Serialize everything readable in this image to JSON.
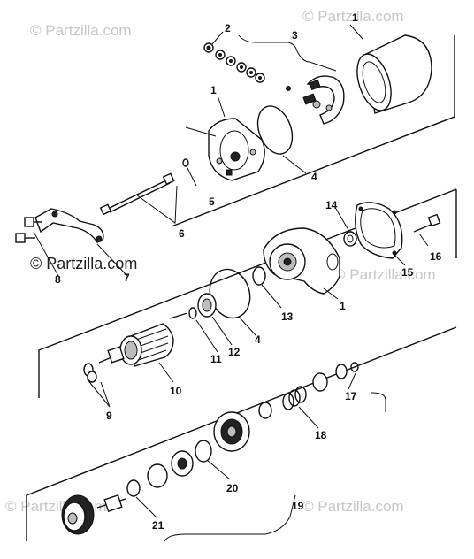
{
  "watermark": {
    "brand": "Partzilla.com",
    "symbol": "©"
  },
  "callouts": {
    "c1_top": "1",
    "c2": "2",
    "c3": "3",
    "c1_mid": "1",
    "c4_top": "4",
    "c5": "5",
    "c6": "6",
    "c7": "7",
    "c8": "8",
    "c14": "14",
    "c16": "16",
    "c15": "15",
    "c1_housing": "1",
    "c13": "13",
    "c12": "12",
    "c4_low": "4",
    "c11": "11",
    "c10": "10",
    "c9": "9",
    "c17": "17",
    "c18": "18",
    "c20": "20",
    "c19": "19",
    "c21": "21"
  }
}
